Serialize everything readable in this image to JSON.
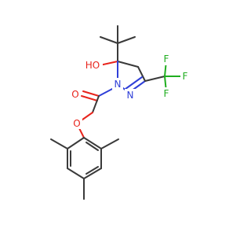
{
  "molecule": {
    "colors": {
      "carbon": "#3a3a3a",
      "oxygen": "#e8241c",
      "nitrogen": "#2f3fd8",
      "fluorine": "#1fae1f"
    },
    "labels": {
      "ho": "HO",
      "n1": "N",
      "n2": "N",
      "o_carbonyl": "O",
      "o_ether": "O",
      "f1": "F",
      "f2": "F",
      "f3": "F"
    }
  }
}
